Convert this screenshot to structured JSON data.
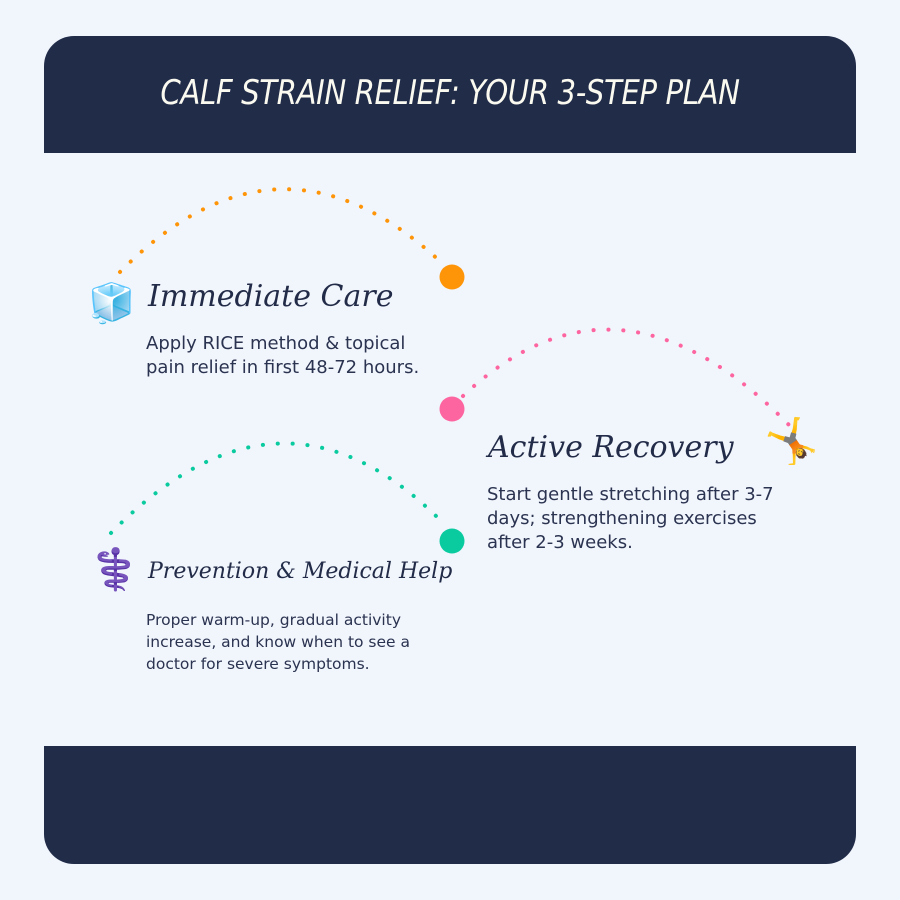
{
  "header": {
    "title": "CALF STRAIN RELIEF: YOUR 3-STEP PLAN"
  },
  "colors": {
    "background": "#f1f5fc",
    "bar": "#212c49",
    "title_text": "#fbfaf0",
    "body_text": "#222c48",
    "step1_accent": "#fe9509",
    "step2_accent": "#fd65a0",
    "step3_accent": "#0acb9f"
  },
  "steps": [
    {
      "icon": "🧊",
      "icon_name": "ice-cube-icon",
      "title": "Immediate Care",
      "body": "Apply RICE method & topical pain relief in first 48-72 hours.",
      "accent": "#fe9509"
    },
    {
      "icon": "🤸",
      "icon_name": "cartwheel-icon",
      "title": "Active Recovery",
      "body": "Start gentle stretching after 3-7 days; strengthening exercises after 2-3 weeks.",
      "accent": "#fd65a0"
    },
    {
      "icon": "⚕️",
      "icon_name": "medical-symbol-icon",
      "title": "Prevention & Medical Help",
      "body": "Proper warm-up, gradual activity increase, and know when to see a doctor for severe symptoms.",
      "accent": "#0acb9f"
    }
  ],
  "footer": {}
}
